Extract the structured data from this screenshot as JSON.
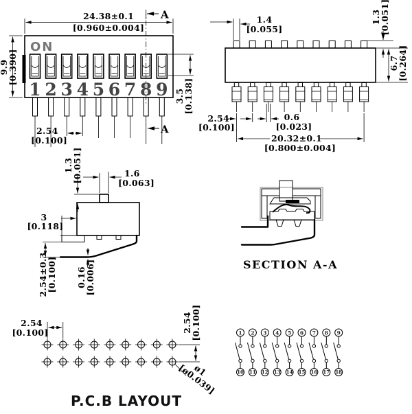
{
  "front_view": {
    "on_label": "ON",
    "switch_numbers": [
      "1",
      "2",
      "3",
      "4",
      "5",
      "6",
      "7",
      "8",
      "9"
    ],
    "section_marker": "A",
    "dim_width_mm": "24.38±0.1",
    "dim_width_in": "[0.960±0.004]",
    "dim_height_mm": "9.9",
    "dim_height_in": "[0.390]",
    "dim_actuator_mm": "3.5",
    "dim_actuator_in": "[0.138]",
    "dim_pitch_mm": "2.54",
    "dim_pitch_in": "[0.100]"
  },
  "top_view": {
    "dim_tab_w_mm": "1.4",
    "dim_tab_w_in": "[0.055]",
    "dim_tab_h_mm": "1.3",
    "dim_tab_h_in": "[0.051]",
    "dim_depth_mm": "6.7",
    "dim_depth_in": "[0.264]",
    "dim_pitch_mm": "2.54",
    "dim_pitch_in": "[0.100]",
    "dim_lead_mm": "0.6",
    "dim_lead_in": "[0.023]",
    "dim_span_mm": "20.32±0.1",
    "dim_span_in": "[0.800±0.004]"
  },
  "side_view": {
    "dim_act_h_mm": "1.3",
    "dim_act_h_in": "[0.051]",
    "dim_act_w_mm": "1.6",
    "dim_act_w_in": "[0.063]",
    "dim_standoff_mm": "3",
    "dim_standoff_in": "[0.118]",
    "dim_row_mm": "2.54±0.3",
    "dim_row_in": "[0.100]",
    "dim_lead_t_mm": "0.16",
    "dim_lead_t_in": "[0.006]"
  },
  "section_view": {
    "title": "SECTION  A-A"
  },
  "pcb_layout": {
    "title": "P.C.B  LAYOUT",
    "dim_pitch_h_mm": "2.54",
    "dim_pitch_h_in": "[0.100]",
    "dim_pitch_v_mm": "2.54",
    "dim_pitch_v_in": "[0.100]",
    "dim_hole_mm": "ø1",
    "dim_hole_in": "[ø0.039]"
  },
  "schematic": {
    "top_pins": [
      "1",
      "2",
      "3",
      "4",
      "5",
      "6",
      "7",
      "8",
      "9"
    ],
    "bottom_pins": [
      "10",
      "11",
      "12",
      "13",
      "14",
      "15",
      "16",
      "17",
      "18"
    ]
  }
}
